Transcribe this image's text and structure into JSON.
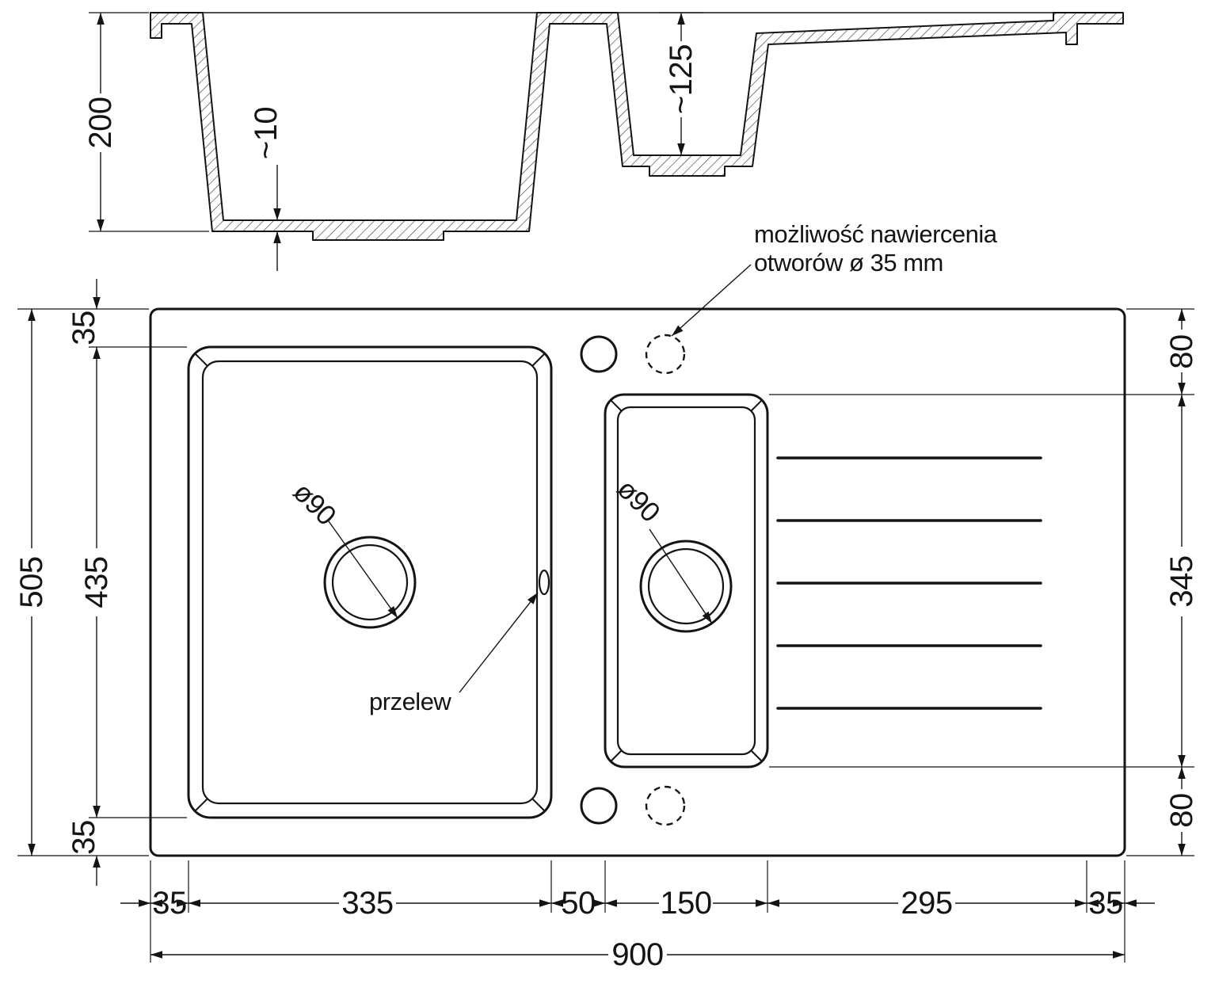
{
  "section": {
    "overall_depth": "200",
    "bottom_thickness": "~10",
    "small_bowl_depth": "~125"
  },
  "plan": {
    "left_dims": {
      "top_margin": "35",
      "bowl_length": "435",
      "bottom_margin": "35",
      "total": "505"
    },
    "right_dims": {
      "top_offset": "80",
      "bowl_span": "345",
      "bottom_offset": "80"
    },
    "bottom_dims": {
      "left_margin": "35",
      "main_bowl": "335",
      "divider": "50",
      "small_bowl": "150",
      "drainer": "295",
      "right_margin": "35",
      "total": "900"
    },
    "drain_main": "ø90",
    "drain_small": "ø90",
    "overflow": "przelew",
    "note_line1": "możliwość nawiercenia",
    "note_line2": "otworów ø 35 mm"
  }
}
